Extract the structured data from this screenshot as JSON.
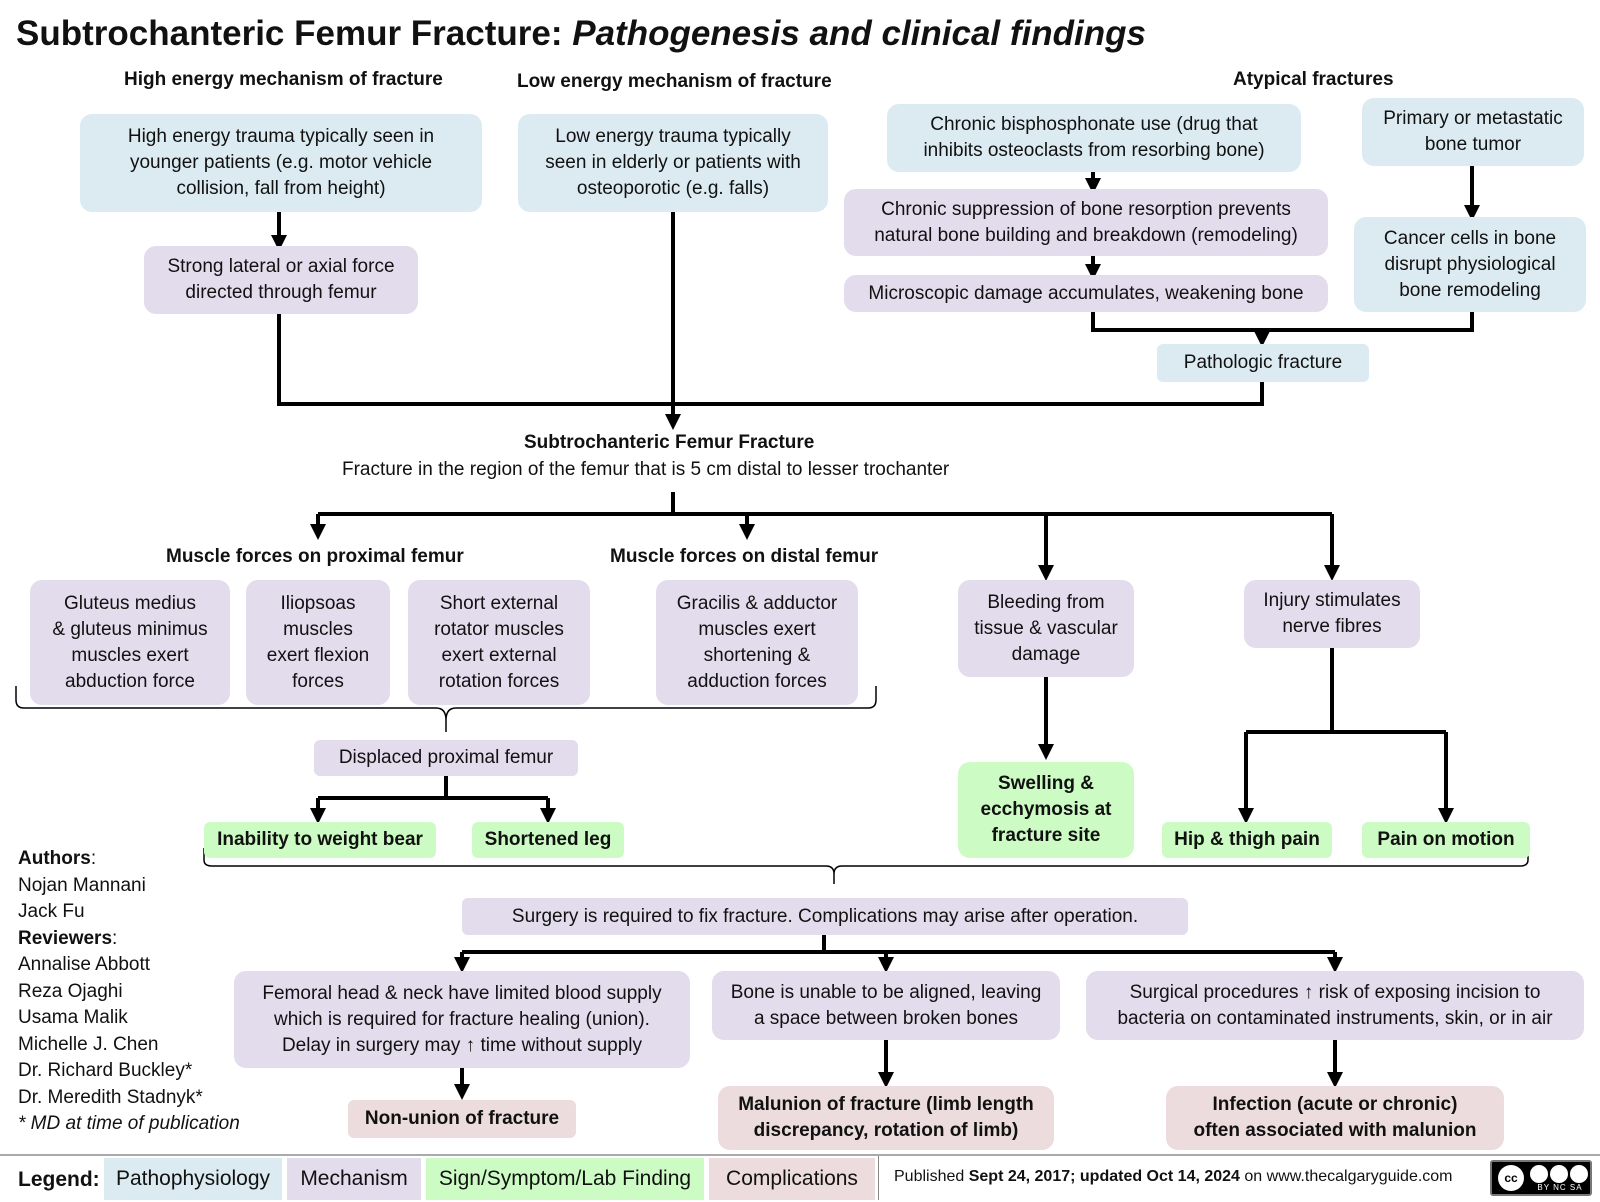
{
  "title": {
    "main": "Subtrochanteric Femur Fracture:",
    "sub": "Pathogenesis and clinical findings"
  },
  "headers": {
    "high_energy": "High energy mechanism of fracture",
    "low_energy": "Low energy mechanism of fracture",
    "atypical": "Atypical fractures",
    "proximal_forces": "Muscle forces on proximal femur",
    "distal_forces": "Muscle forces on distal femur"
  },
  "nodes": {
    "high_trauma": "High energy trauma typically seen in\nyounger patients (e.g. motor vehicle\ncollision, fall from height)",
    "strong_force": "Strong lateral or axial force\ndirected through femur",
    "low_trauma": "Low energy trauma typically\nseen in elderly or patients with\nosteoporotic (e.g. falls)",
    "bisphosphonate": "Chronic bisphosphonate use (drug that\ninhibits osteoclasts from resorbing bone)",
    "suppression": "Chronic suppression of bone resorption  prevents\nnatural bone building and breakdown (remodeling)",
    "microscopic": "Microscopic damage accumulates, weakening bone",
    "bone_tumor": "Primary or metastatic\nbone tumor",
    "cancer_cells": "Cancer cells in bone\ndisrupt physiological\nbone remodeling",
    "pathologic": "Pathologic fracture",
    "center_title": "Subtrochanteric Femur Fracture",
    "center_desc": "Fracture in the region of the femur that is 5 cm distal to lesser trochanter",
    "gluteus": "Gluteus medius\n& gluteus minimus\nmuscles exert\nabduction force",
    "iliopsoas": "Iliopsoas\nmuscles\nexert flexion\nforces",
    "short_external": "Short external\nrotator muscles\nexert external\nrotation forces",
    "gracilis": "Gracilis & adductor\nmuscles exert\nshortening &\nadduction forces",
    "bleeding": "Bleeding from\ntissue & vascular\ndamage",
    "nerve": "Injury stimulates\nnerve fibres",
    "displaced": "Displaced proximal femur",
    "inability": "Inability to weight bear",
    "shortened": "Shortened leg",
    "swelling": "Swelling &\necchymosis at\nfracture site",
    "hip_pain": "Hip & thigh pain",
    "motion_pain": "Pain on motion",
    "surgery": "Surgery is required to fix fracture. Complications may arise after operation.",
    "femoral_head": "Femoral head & neck have limited blood supply\nwhich is required for fracture healing (union).\nDelay in surgery may ↑ time without supply",
    "bone_align": "Bone is unable to be aligned, leaving\na space between broken bones",
    "surgical_risk": "Surgical procedures ↑ risk of exposing incision to\nbacteria on contaminated instruments, skin, or in air",
    "nonunion": "Non-union of fracture",
    "malunion": "Malunion of fracture (limb length\ndiscrepancy, rotation of limb)",
    "infection": "Infection (acute or chronic)\noften associated with malunion"
  },
  "credits": {
    "authors_label": "Authors",
    "authors": [
      "Nojan Mannani",
      "Jack Fu"
    ],
    "reviewers_label": "Reviewers",
    "reviewers": [
      "Annalise Abbott",
      "Reza Ojaghi",
      "Usama Malik",
      "Michelle J. Chen",
      "Dr. Richard Buckley*",
      "Dr. Meredith Stadnyk*"
    ],
    "note": "* MD at time of publication"
  },
  "legend": {
    "label": "Legend:",
    "items": [
      "Pathophysiology",
      "Mechanism",
      "Sign/Symptom/Lab Finding",
      "Complications"
    ]
  },
  "footer": {
    "published_prefix": "Published ",
    "published_dates": "Sept 24, 2017; updated Oct 14, 2024",
    "published_suffix": " on www.thecalgaryguide.com",
    "license": "BY NC SA"
  },
  "colors": {
    "pathophysiology": "#dcebf2",
    "mechanism": "#e2dced",
    "sign": "#ccfcc4",
    "complications": "#ecdcdd"
  }
}
